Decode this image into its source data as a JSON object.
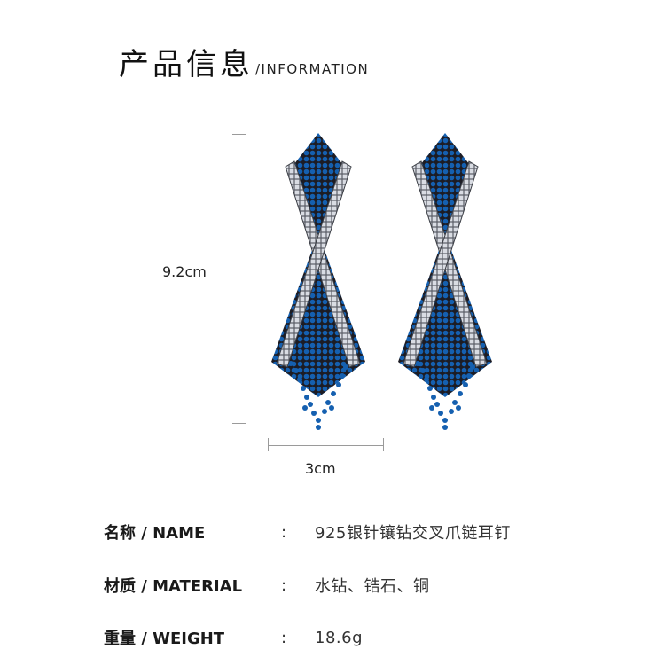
{
  "header": {
    "title_cn": "产品信息",
    "title_en": "/INFORMATION"
  },
  "dimensions": {
    "height_label": "9.2cm",
    "width_label": "3cm"
  },
  "product_image": {
    "description": "Pair of blue rhinestone crossed-claw chain tassel drop earrings with clear baguette stone borders",
    "colors": {
      "stone_blue": "#1560b0",
      "backing_dark": "#1c1c24",
      "baguette_silver": "#c9ccd4"
    }
  },
  "specs": [
    {
      "label": "名称 / NAME",
      "colon": ":",
      "value": "925银针镶钻交叉爪链耳钉"
    },
    {
      "label": "材质 / MATERIAL",
      "colon": ":",
      "value": "水钻、锆石、铜"
    },
    {
      "label": "重量 / WEIGHT",
      "colon": ":",
      "value": "18.6g"
    }
  ]
}
